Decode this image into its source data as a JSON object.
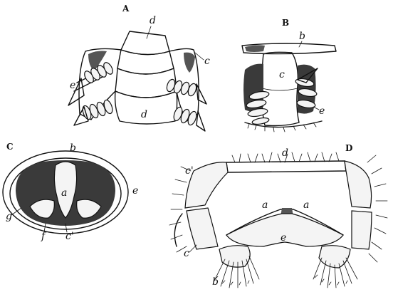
{
  "figures": {
    "A": {
      "caption": "A",
      "labels": {
        "d_top": "d",
        "d_bottom": "d",
        "c": "c",
        "e": "e"
      }
    },
    "B": {
      "caption": "B",
      "labels": {
        "b": "b",
        "c": "c",
        "e": "e"
      }
    },
    "C": {
      "caption": "C",
      "labels": {
        "b": "b",
        "a": "a",
        "e": "e",
        "g": "g",
        "f": "f",
        "c_prime": "c'"
      }
    },
    "D": {
      "caption": "D",
      "labels": {
        "d": "d",
        "c_prime": "c'",
        "a_left": "a",
        "a_right": "a",
        "e": "e",
        "c": "c",
        "b": "b"
      }
    }
  }
}
